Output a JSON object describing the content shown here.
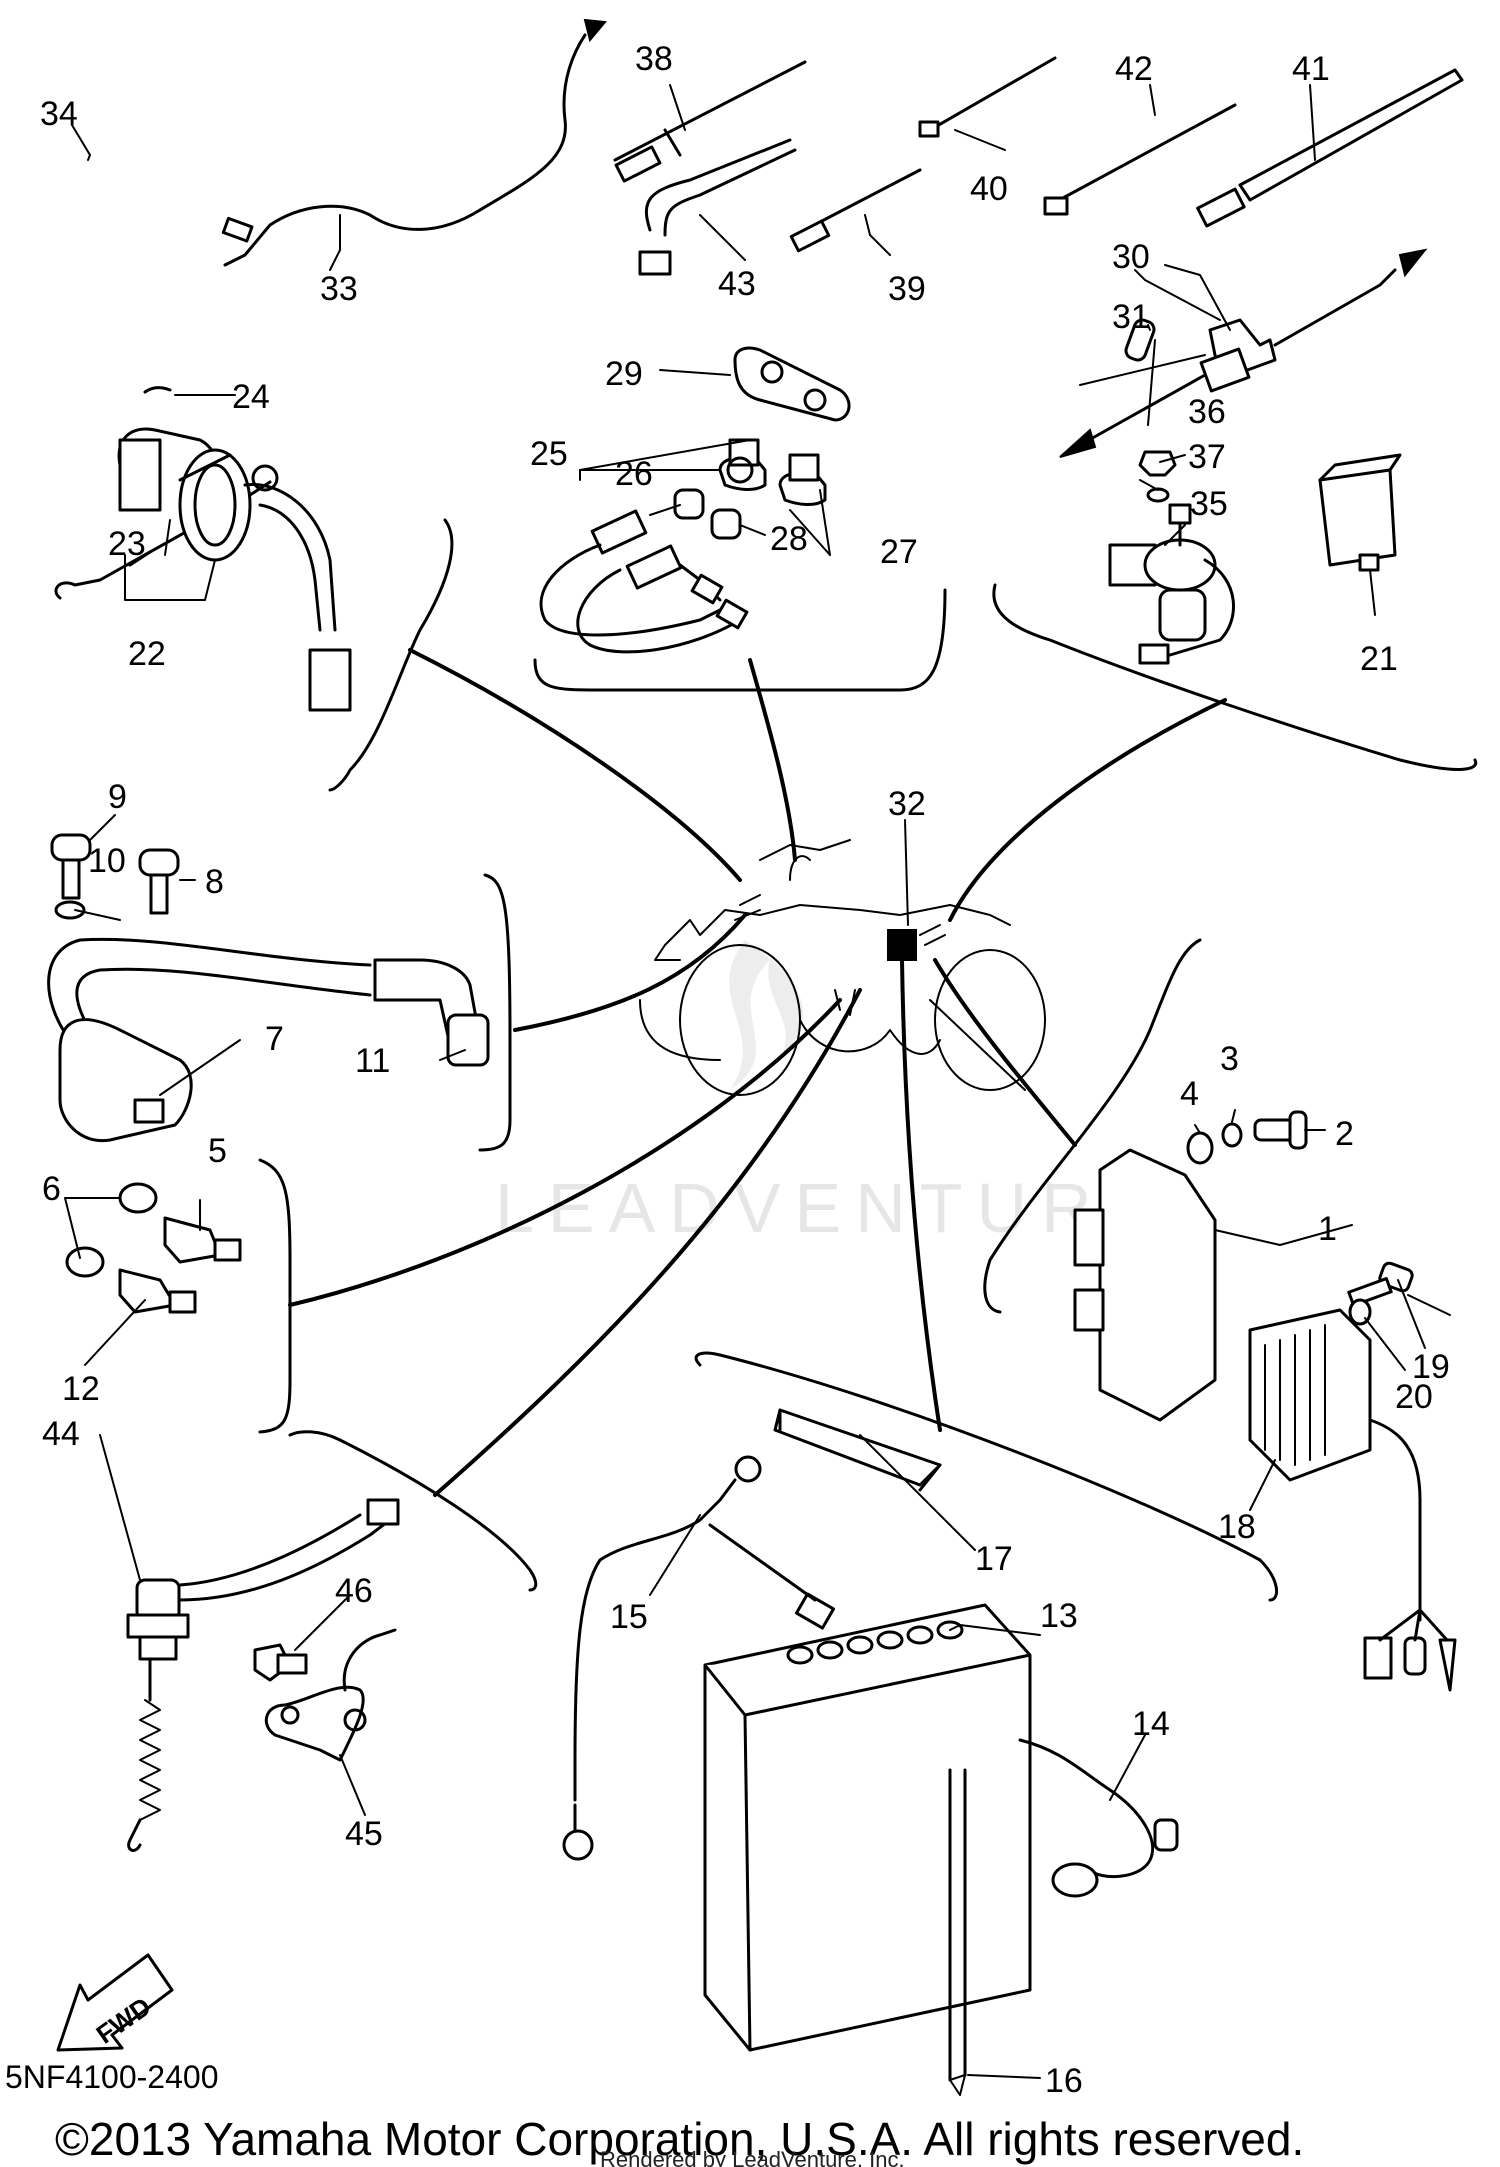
{
  "diagram": {
    "code": "5NF4100-2400",
    "copyright": "©2013 Yamaha Motor Corporation, U.S.A. All rights reserved.",
    "rendered_by": "Rendered by LeadVenture, Inc.",
    "watermark": "LEADVENTURE",
    "fwd_label": "FWD"
  },
  "callouts": {
    "c1": "1",
    "c2": "2",
    "c3": "3",
    "c4": "4",
    "c5": "5",
    "c6": "6",
    "c7": "7",
    "c8": "8",
    "c9": "9",
    "c10": "10",
    "c11": "11",
    "c12": "12",
    "c13": "13",
    "c14": "14",
    "c15": "15",
    "c16": "16",
    "c17": "17",
    "c18": "18",
    "c19": "19",
    "c20": "20",
    "c21": "21",
    "c22": "22",
    "c23": "23",
    "c24": "24",
    "c25": "25",
    "c26": "26",
    "c27": "27",
    "c28": "28",
    "c29": "29",
    "c30": "30",
    "c31": "31",
    "c32": "32",
    "c33": "33",
    "c34": "34",
    "c35": "35",
    "c36": "36",
    "c37": "37",
    "c38": "38",
    "c39": "39",
    "c40": "40",
    "c41": "41",
    "c42": "42",
    "c43": "43",
    "c44": "44",
    "c45": "45",
    "c46": "46"
  }
}
